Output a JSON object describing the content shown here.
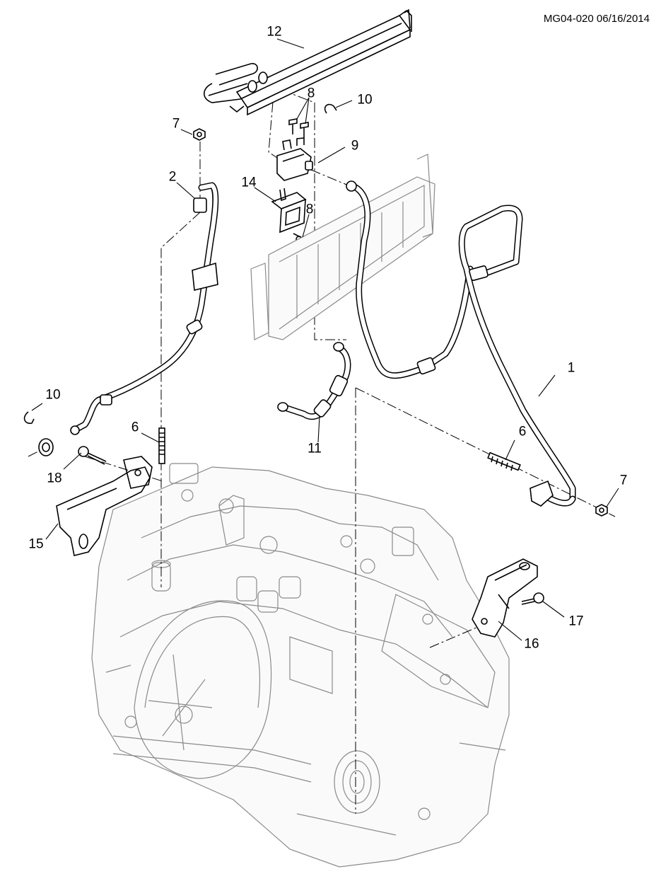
{
  "document_id": "MG04-020 06/16/2014",
  "callouts": {
    "c1": "1",
    "c2": "2",
    "c6a": "6",
    "c6b": "6",
    "c7a": "7",
    "c7b": "7",
    "c8a": "8",
    "c8b": "8",
    "c9": "9",
    "c10a": "10",
    "c10b": "10",
    "c11": "11",
    "c12": "12",
    "c14": "14",
    "c15": "15",
    "c16": "16",
    "c17": "17",
    "c18": "18"
  }
}
